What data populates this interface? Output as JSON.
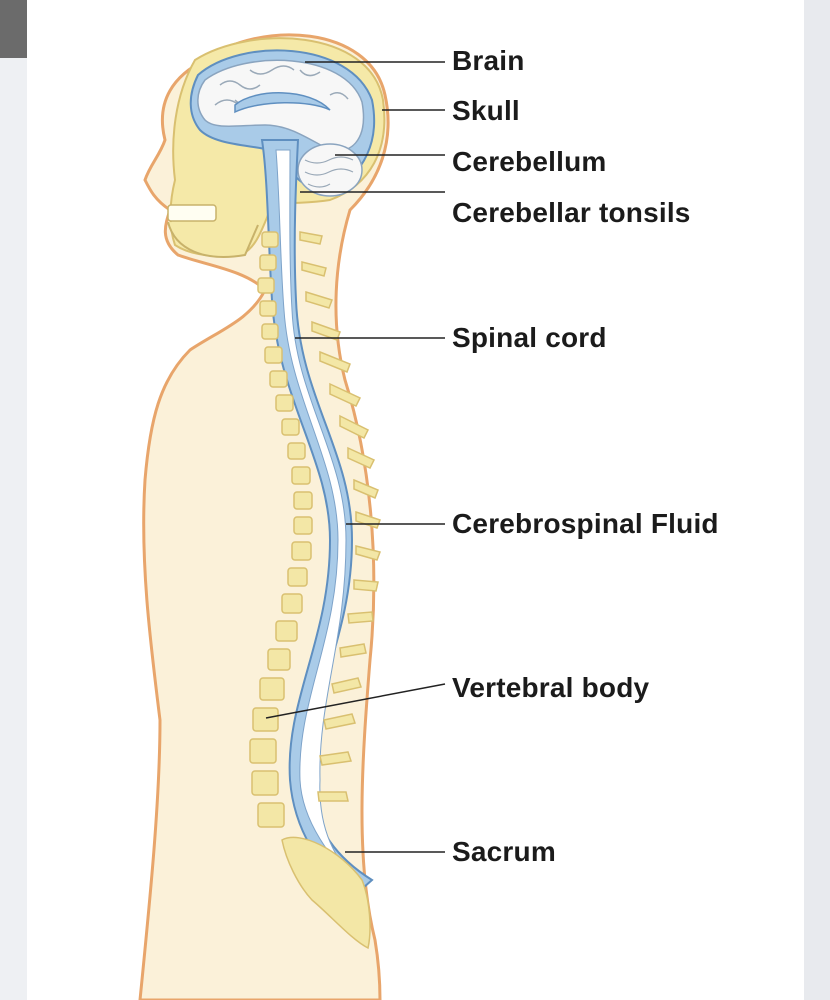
{
  "labels": {
    "brain": "Brain",
    "skull": "Skull",
    "cerebellum": "Cerebellum",
    "cerebellar_tonsils": "Cerebellar tonsils",
    "spinal_cord": "Spinal cord",
    "csf": "Cerebrospinal Fluid",
    "vertebral_body": "Vertebral body",
    "sacrum": "Sacrum"
  },
  "colors": {
    "skin": "#fbf1d9",
    "skin_outline": "#e8a56b",
    "bone": "#f3e7a6",
    "bone_outline": "#d9c070",
    "csf_blue": "#a9cbe8",
    "csf_outline": "#5f8fc0",
    "brain": "#f7f7f7",
    "leader_line": "#222222"
  }
}
